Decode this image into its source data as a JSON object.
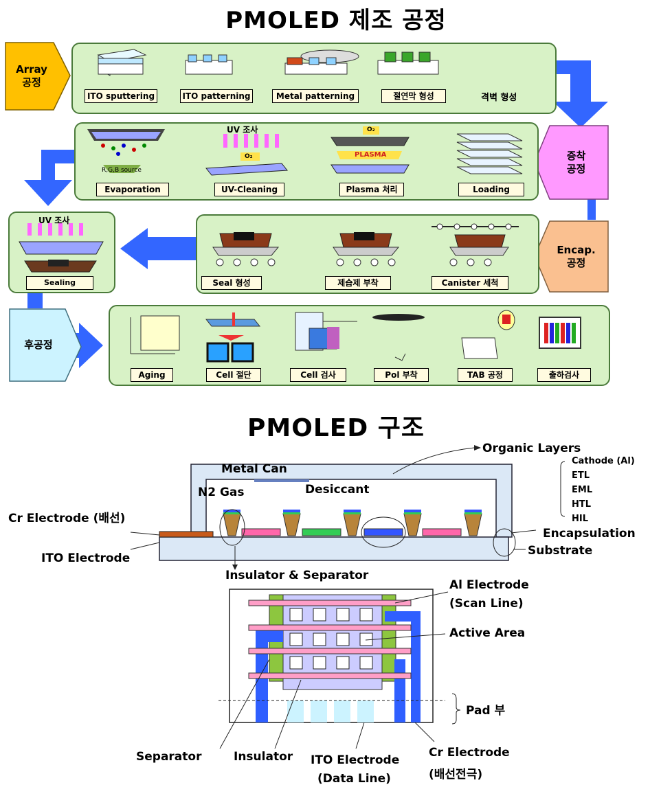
{
  "process": {
    "title": "PMOLED 제조 공정",
    "stages": {
      "array": "Array\n공정",
      "deposition": "증착\n공정",
      "encap": "Encap.\n공정",
      "post": "후공정"
    },
    "row1": [
      "ITO sputtering",
      "ITO  patterning",
      "Metal  patterning",
      "절연막 형성",
      "격벽 형성"
    ],
    "row2": [
      "Evaporation",
      "UV-Cleaning",
      "Plasma 처리",
      "Loading"
    ],
    "row2_notes": {
      "uv": "UV 조사",
      "o2_top": "O₂",
      "o2_plate": "O₂",
      "plasma": "PLASMA",
      "source": "R,G,B  source"
    },
    "row3": [
      "Seal 형성",
      "제습제 부착",
      "Canister 세척"
    ],
    "sealing": {
      "label": "Sealing",
      "uv": "UV 조사"
    },
    "row4": [
      "Aging",
      "Cell 절단",
      "Cell 검사",
      "Pol 부착",
      "TAB 공정",
      "출하검사"
    ]
  },
  "structure": {
    "title": "PMOLED 구조",
    "labels": {
      "metal_can": "Metal  Can",
      "n2_gas": "N2 Gas",
      "desiccant": "Desiccant",
      "organic_layers": "Organic Layers",
      "cathode": "Cathode (Al)",
      "etl": "ETL",
      "eml": "EML",
      "htl": "HTL",
      "hil": "HIL",
      "cr_electrode": "Cr Electrode (배선)",
      "ito_electrode": "ITO Electrode",
      "encapsulation": "Encapsulation",
      "substrate": "Substrate",
      "insulator_separator": "Insulator & Separator",
      "al_electrode": "Al Electrode",
      "scan_line": "(Scan Line)",
      "active_area": "Active Area",
      "pad": "Pad 부",
      "separator": "Separator",
      "insulator": "Insulator",
      "ito_data": "ITO Electrode",
      "data_line": "(Data Line)",
      "cr_bottom": "Cr Electrode",
      "cr_bottom2": "(배선전극)"
    }
  },
  "colors": {
    "panel": "#d8f2c6",
    "array_stage": "#ffc000",
    "deposition_stage": "#ff99ff",
    "encap_stage": "#fac090",
    "post_stage": "#ccf3ff",
    "arrow": "#3366ff"
  }
}
